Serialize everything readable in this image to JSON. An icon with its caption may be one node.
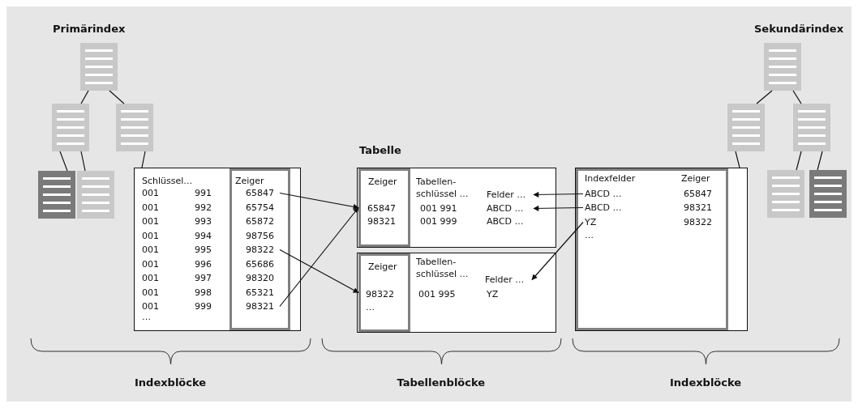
{
  "diagram": {
    "nodes": [
      {
        "text": [],
        "shape": "box"
      },
      {
        "text": [],
        "shape": "box"
      },
      {
        "text": [],
        "shape": "box"
      },
      {
        "text": [],
        "shape": "box"
      },
      {
        "text": [],
        "shape": "box"
      },
      {
        "text": [
          "Schlüssel…",
          "001",
          "991",
          "001",
          "992",
          "001",
          "993",
          "001",
          "994",
          "001",
          "995",
          "001",
          "996",
          "001",
          "997",
          "001",
          "998",
          "001",
          "999",
          "…"
        ]
      },
      {
        "text": [
          "Zeiger"
        ],
        "in": 5
      },
      {
        "text": [
          "65847"
        ],
        "in": 6
      },
      {
        "text": [
          "65754"
        ],
        "in": 6
      },
      {
        "text": [
          "65872"
        ],
        "in": 6
      },
      {
        "text": [
          "98756"
        ],
        "in": 6
      },
      {
        "text": [
          "98322"
        ],
        "in": 6
      },
      {
        "text": [
          "65686"
        ],
        "in": 6
      },
      {
        "text": [
          "98320"
        ],
        "in": 6
      },
      {
        "text": [
          "65321"
        ],
        "in": 6
      },
      {
        "text": [
          "98321"
        ],
        "in": 6
      },
      {
        "text": [
          "Tabellen- schlüssel …",
          "001 991",
          "001 999"
        ]
      },
      {
        "text": [
          "Zeiger",
          "65847",
          "98321"
        ],
        "in": 16
      },
      {
        "text": [
          "Felder …"
        ],
        "in": 16
      },
      {
        "text": [
          "ABCD …"
        ],
        "in": 16
      },
      {
        "text": [
          "ABCD …"
        ],
        "in": 16
      },
      {
        "text": [
          "Tabellen- schlüssel …",
          "001 995",
          "YZ"
        ]
      },
      {
        "text": [
          "Zeiger",
          "98322",
          "…"
        ],
        "in": 21
      },
      {
        "text": [
          "Felder …"
        ],
        "in": 21
      },
      {
        "text": [],
        "shape": "box"
      },
      {
        "text": [
          "Indexfelder",
          "Zeiger",
          "65847",
          "98321",
          "98322",
          "…"
        ],
        "in": 24
      },
      {
        "text": [
          "ABCD …"
        ],
        "in": 25
      },
      {
        "text": [
          "ABCD …"
        ],
        "in": 25
      },
      {
        "text": [
          "YZ"
        ],
        "in": 25
      },
      {
        "text": [],
        "shape": "box"
      },
      {
        "text": [],
        "shape": "box"
      },
      {
        "text": [],
        "shape": "box"
      },
      {
        "text": [],
        "shape": "box"
      },
      {
        "text": [],
        "shape": "box"
      }
    ],
    "edges": [
      {
        "from": 0,
        "to": 1,
        "arrow": "none"
      },
      {
        "from": 0,
        "to": 2,
        "arrow": "none"
      },
      {
        "from": 1,
        "to": 3,
        "arrow": "none"
      },
      {
        "from": 1,
        "to": 4,
        "arrow": "none"
      },
      {
        "from": 2,
        "to": 5,
        "arrow": "none"
      },
      {
        "from": 7,
        "to": 17,
        "arrow": "to"
      },
      {
        "from": 11,
        "to": 22,
        "arrow": "to"
      },
      {
        "from": 15,
        "to": 17,
        "arrow": "to"
      },
      {
        "from": 26,
        "to": 18,
        "arrow": "to"
      },
      {
        "from": 27,
        "to": 19,
        "arrow": "to"
      },
      {
        "from": 28,
        "to": 23,
        "arrow": "to"
      },
      {
        "from": 29,
        "to": 30,
        "arrow": "none"
      },
      {
        "from": 29,
        "to": 31,
        "arrow": "none"
      },
      {
        "from": 30,
        "to": 24,
        "arrow": "none"
      },
      {
        "from": 31,
        "to": 32,
        "arrow": "none"
      },
      {
        "from": 31,
        "to": 33,
        "arrow": "none"
      }
    ],
    "labels": [
      "Primärindex",
      "Sekundärindex",
      "Tabelle",
      "Indexblöcke",
      "Tabellenblöcke",
      "Indexblöcke"
    ]
  }
}
